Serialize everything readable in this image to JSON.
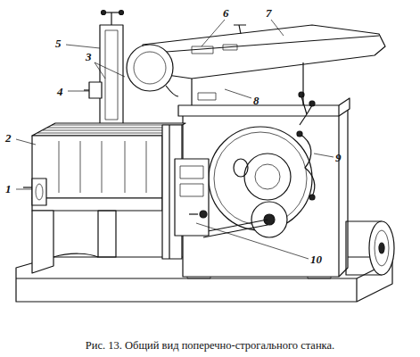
{
  "diagram": {
    "caption": "Рис. 13. Общий вид поперечно-строгального станка.",
    "labels": [
      "1",
      "2",
      "3",
      "4",
      "5",
      "6",
      "7",
      "8",
      "9",
      "10"
    ]
  }
}
